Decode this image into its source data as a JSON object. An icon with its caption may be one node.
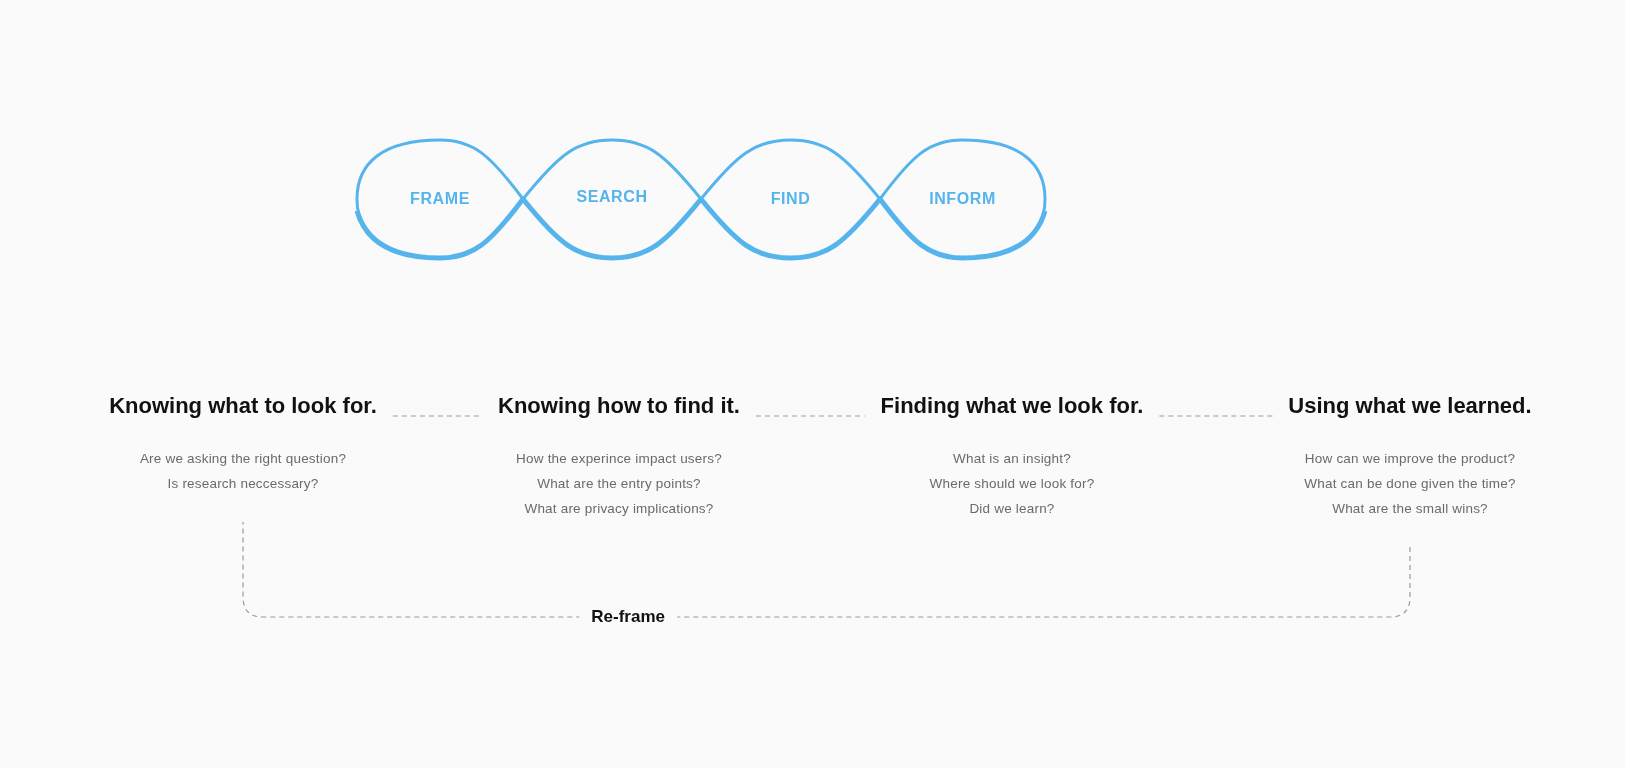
{
  "diagram": {
    "nodes": [
      {
        "text": [
          "FRAME"
        ]
      },
      {
        "text": [
          "SEARCH"
        ]
      },
      {
        "text": [
          "FIND"
        ]
      },
      {
        "text": [
          "INFORM"
        ]
      },
      {
        "text": [
          "Knowing what to look for.",
          "Are we asking the right question?",
          "Is research neccessary?"
        ]
      },
      {
        "text": [
          "Knowing how to find it.",
          "How the experince impact users?",
          "What are the entry points?",
          "What are privacy implications?"
        ]
      },
      {
        "text": [
          "Finding what we look for.",
          "What is an insight?",
          "Where should we look for?",
          "Did we learn?"
        ]
      },
      {
        "text": [
          "Using what we learned.",
          "How can we improve the product?",
          "What can be done given the time?",
          "What are the small wins?"
        ]
      }
    ],
    "edges": [
      {
        "from": 4,
        "to": 5,
        "arrow": "none",
        "style": "dashed"
      },
      {
        "from": 5,
        "to": 6,
        "arrow": "none",
        "style": "dashed"
      },
      {
        "from": 6,
        "to": 7,
        "arrow": "none",
        "style": "dashed"
      },
      {
        "from": 7,
        "to": 4,
        "arrow": "none",
        "style": "dashed",
        "label": "Re-frame"
      }
    ]
  }
}
